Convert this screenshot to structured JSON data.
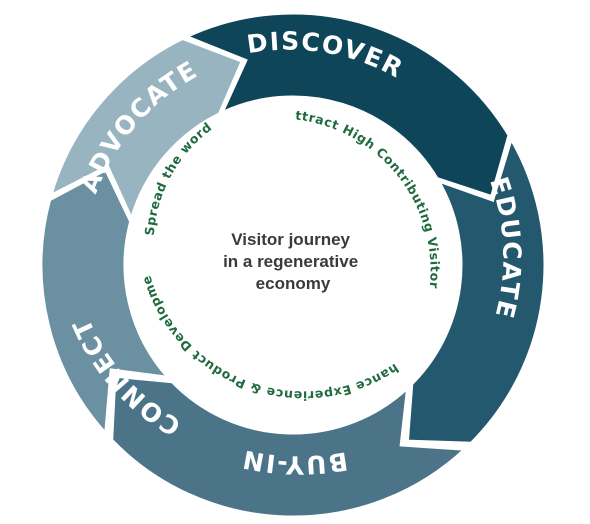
{
  "center": {
    "lines": [
      "Visitor journey",
      "in a regenerative",
      "economy"
    ]
  },
  "segments": [
    {
      "label": "DISCOVER",
      "color": "#0f4558"
    },
    {
      "label": "EDUCATE",
      "color": "#23586e"
    },
    {
      "label": "BUY-IN",
      "color": "#4b7489"
    },
    {
      "label": "CONNECT",
      "color": "#6a90a1"
    },
    {
      "label": "ADVOCATE",
      "color": "#98b4c0"
    }
  ],
  "captions": {
    "color": "#1f6b3e",
    "attract": "Attract High Contributing Visitors",
    "enhance": "Enhance Experience & Product Development",
    "spread": "Spread the word"
  }
}
